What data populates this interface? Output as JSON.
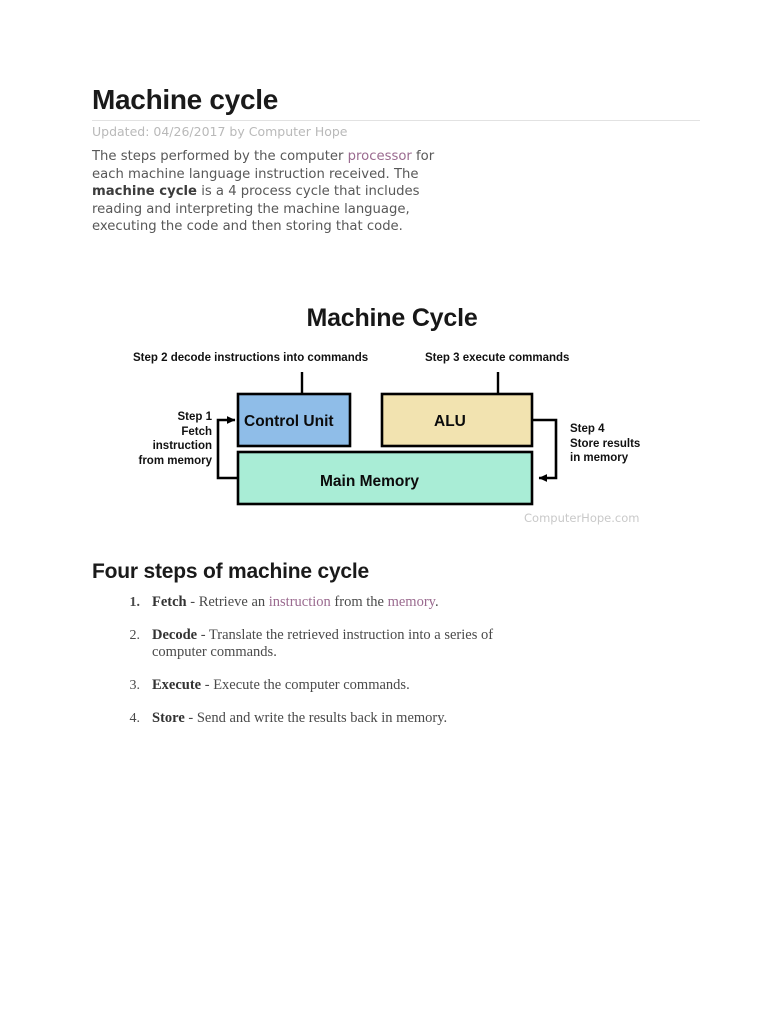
{
  "document": {
    "title": "Machine cycle",
    "updated_line": "Updated: 04/26/2017 by Computer Hope",
    "intro": {
      "part1": "The steps performed by the computer ",
      "link1": "processor",
      "part2": " for each machine language instruction received. The ",
      "bold1": "machine cycle",
      "part3": " is a 4 process cycle that includes reading and interpreting the machine language, executing the code and then storing that code."
    },
    "section_heading": "Four steps of machine cycle",
    "steps": [
      {
        "number": "1.",
        "term": "Fetch",
        "text_before": " - Retrieve an ",
        "link1": "instruction",
        "text_mid": " from the ",
        "link2": "memory",
        "text_after": "."
      },
      {
        "number": "2.",
        "term": "Decode",
        "text_before": " - Translate the retrieved instruction into a series of computer commands.",
        "link1": "",
        "text_mid": "",
        "link2": "",
        "text_after": ""
      },
      {
        "number": "3.",
        "term": "Execute",
        "text_before": " - Execute the computer commands.",
        "link1": "",
        "text_mid": "",
        "link2": "",
        "text_after": ""
      },
      {
        "number": "4.",
        "term": "Store",
        "text_before": " - Send and write the results back in memory.",
        "link1": "",
        "text_mid": "",
        "link2": "",
        "text_after": ""
      }
    ]
  },
  "diagram": {
    "title": "Machine Cycle",
    "watermark": "ComputerHope.com",
    "callouts": {
      "step2": "Step 2 decode instructions into commands",
      "step3": "Step 3 execute commands"
    },
    "side_labels": {
      "step1_line1": "Step 1",
      "step1_line2": "Fetch",
      "step1_line3": "instruction",
      "step1_line4": "from memory",
      "step4_line1": "Step 4",
      "step4_line2": "Store results",
      "step4_line3": "in memory"
    },
    "boxes": {
      "control_unit": "Control Unit",
      "alu": "ALU",
      "main_memory": "Main Memory"
    },
    "colors": {
      "control_unit_fill": "#8fbde8",
      "alu_fill": "#f2e3b0",
      "main_memory_fill": "#a9edd6",
      "box_stroke": "#000000",
      "arrow_stroke": "#000000"
    }
  },
  "theme": {
    "link_color": "#9a6a8f",
    "body_text_color": "#585858",
    "heading_color": "#1a1a1a",
    "muted_color": "#b9b9b9",
    "watermark_color": "#c9c9c9",
    "rule_color": "#e2e2e2",
    "page_background": "#ffffff"
  }
}
